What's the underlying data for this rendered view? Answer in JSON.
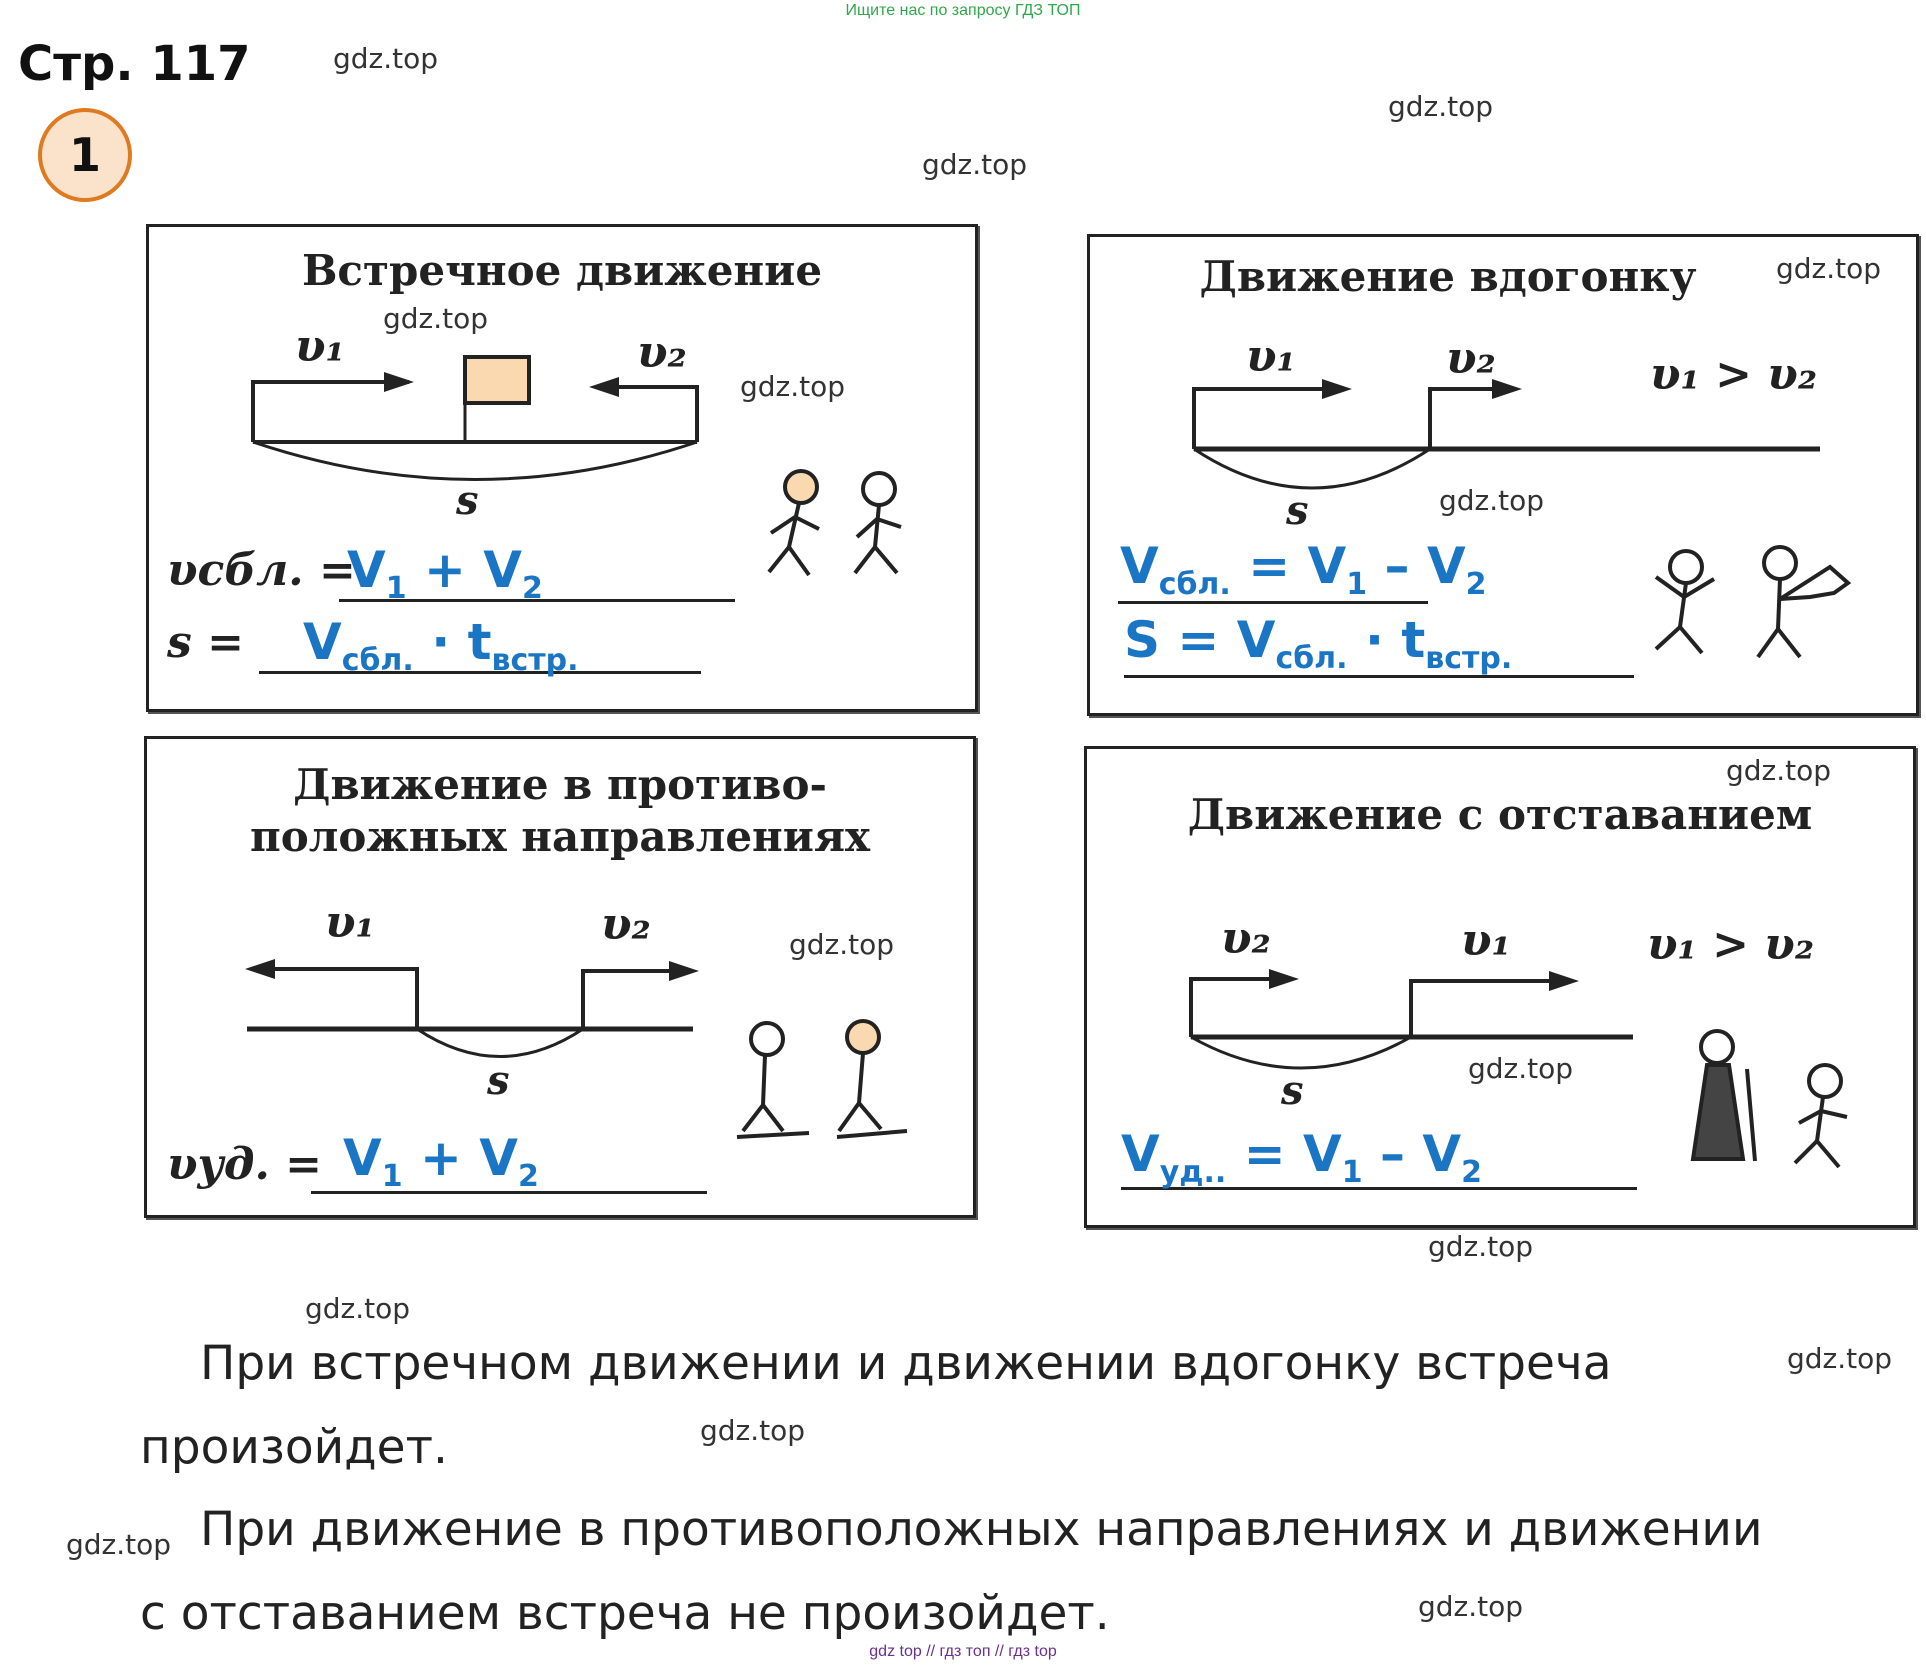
{
  "header": {
    "banner": "Ищите нас по запросу ГДЗ ТОП",
    "page_number": "Стр. 117",
    "task_number": "1"
  },
  "watermark": "gdz.top",
  "cards": {
    "head_on": {
      "title": "Встречное движение",
      "v1": "υ₁",
      "v2": "υ₂",
      "s": "s",
      "row1_label": "υсбл. =",
      "row2_label": "s =",
      "answer1": {
        "a": "V",
        "a_sub": "1",
        "op": " + ",
        "b": "V",
        "b_sub": "2"
      },
      "answer2": {
        "a": "V",
        "a_sub": "сбл.",
        "op": " · ",
        "b": "t",
        "b_sub": "встр."
      }
    },
    "chase": {
      "title": "Движение вдогонку",
      "v1": "υ₁",
      "v2": "υ₂",
      "s": "s",
      "condition": "υ₁ > υ₂",
      "answer1": {
        "lhs": "V",
        "lhs_sub": "сбл.",
        "eq": " = ",
        "a": "V",
        "a_sub": "1",
        "op": " – ",
        "b": "V",
        "b_sub": "2"
      },
      "answer2": {
        "lhs": "S",
        "eq": " = ",
        "a": "V",
        "a_sub": "сбл.",
        "op": " · ",
        "b": "t",
        "b_sub": "встр."
      }
    },
    "opposite": {
      "title_line1": "Движение в противо-",
      "title_line2": "положных направлениях",
      "v1": "υ₁",
      "v2": "υ₂",
      "s": "s",
      "row1_label": "υуд. =",
      "answer1": {
        "a": "V",
        "a_sub": "1",
        "op": " + ",
        "b": "V",
        "b_sub": "2"
      }
    },
    "lag": {
      "title": "Движение с отставанием",
      "v1": "υ₁",
      "v2": "υ₂",
      "s": "s",
      "condition": "υ₁ > υ₂",
      "answer1": {
        "lhs": "V",
        "lhs_sub": "уд..",
        "eq": " = ",
        "a": "V",
        "a_sub": "1",
        "op": " – ",
        "b": "V",
        "b_sub": "2"
      }
    }
  },
  "answers": {
    "line1": "При встречном движении и движении вдогонку встреча",
    "line2": "произойдет.",
    "line3": "При движение в противоположных направлениях и движении",
    "line4": "с отставанием встреча не произойдет."
  },
  "footer": {
    "credit": "gdz top  //  гдз топ  //  гдз top"
  },
  "colors": {
    "answer_blue": "#1b75c5",
    "circle_orange": "#e07a20",
    "circle_fill": "#fbe3cb",
    "banner_green": "#2fa84a",
    "footer_purple": "#6a2f8f"
  }
}
